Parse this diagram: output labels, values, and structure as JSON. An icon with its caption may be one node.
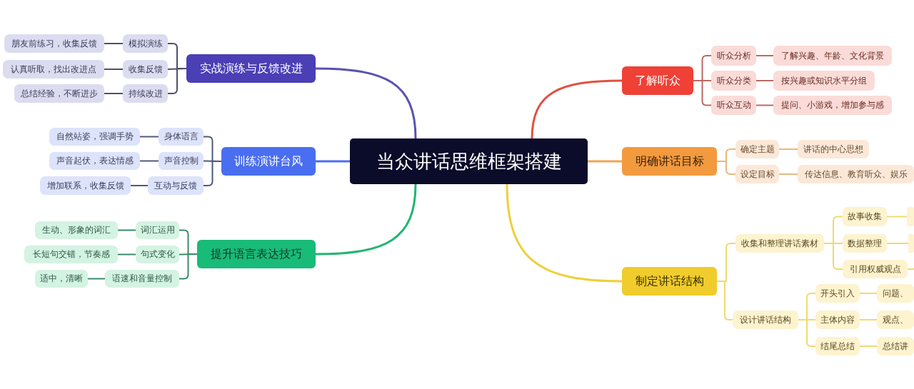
{
  "diagram": {
    "nodes": [
      {
        "text": [
          "当众讲话思维框架搭建"
        ]
      },
      {
        "text": [
          "实战演练与反馈改进"
        ]
      },
      {
        "text": [
          "模拟演练"
        ]
      },
      {
        "text": [
          "收集反馈"
        ]
      },
      {
        "text": [
          "持续改进"
        ]
      },
      {
        "text": [
          "朋友前练习，收集反馈"
        ]
      },
      {
        "text": [
          "认真听取，找出改进点"
        ]
      },
      {
        "text": [
          "总结经验，不断进步"
        ]
      },
      {
        "text": [
          "训练演讲台风"
        ]
      },
      {
        "text": [
          "身体语言"
        ]
      },
      {
        "text": [
          "声音控制"
        ]
      },
      {
        "text": [
          "互动与反馈"
        ]
      },
      {
        "text": [
          "自然站姿，强调手势"
        ]
      },
      {
        "text": [
          "声音起伏，表达情感"
        ]
      },
      {
        "text": [
          "增加联系，收集反馈"
        ]
      },
      {
        "text": [
          "提升语言表达技巧"
        ]
      },
      {
        "text": [
          "词汇运用"
        ]
      },
      {
        "text": [
          "句式变化"
        ]
      },
      {
        "text": [
          "语速和音量控制"
        ]
      },
      {
        "text": [
          "生动、形象的词汇"
        ]
      },
      {
        "text": [
          "长短句交错，节奏感"
        ]
      },
      {
        "text": [
          "适中，清晰"
        ]
      },
      {
        "text": [
          "了解听众"
        ]
      },
      {
        "text": [
          "听众分析"
        ]
      },
      {
        "text": [
          "听众分类"
        ]
      },
      {
        "text": [
          "听众互动"
        ]
      },
      {
        "text": [
          "了解兴趣、年龄、文化背景"
        ]
      },
      {
        "text": [
          "按兴趣或知识水平分组"
        ]
      },
      {
        "text": [
          "提问、小游戏，增加参与感"
        ]
      },
      {
        "text": [
          "明确讲话目标"
        ]
      },
      {
        "text": [
          "确定主题"
        ]
      },
      {
        "text": [
          "设定目标"
        ]
      },
      {
        "text": [
          "讲话的中心思想"
        ]
      },
      {
        "text": [
          "传达信息、教育听众、娱乐"
        ]
      },
      {
        "text": [
          "制定讲话结构"
        ]
      },
      {
        "text": [
          "收集和整理讲话素材"
        ]
      },
      {
        "text": [
          "设计讲话结构"
        ]
      },
      {
        "text": [
          "故事收集"
        ]
      },
      {
        "text": [
          "数据整理"
        ]
      },
      {
        "text": [
          "引用权威观点"
        ]
      },
      {
        "text": [],
        "shape": "box"
      },
      {
        "text": [],
        "shape": "box"
      },
      {
        "text": [
          "开头引入"
        ]
      },
      {
        "text": [
          "主体内容"
        ]
      },
      {
        "text": [
          "结尾总结"
        ]
      },
      {
        "text": [
          "问题、"
        ]
      },
      {
        "text": [
          "观点、"
        ]
      },
      {
        "text": [
          "总结讲"
        ]
      }
    ],
    "edges": [
      {
        "from": 0,
        "to": 1,
        "arrow": "none",
        "color": "#5a52b0"
      },
      {
        "from": 1,
        "to": 2,
        "arrow": "none",
        "color": "#4f4f6e"
      },
      {
        "from": 1,
        "to": 3,
        "arrow": "none",
        "color": "#4f4f6e"
      },
      {
        "from": 1,
        "to": 4,
        "arrow": "none",
        "color": "#4f4f6e"
      },
      {
        "from": 2,
        "to": 5,
        "arrow": "none",
        "color": "#4f4f6e"
      },
      {
        "from": 3,
        "to": 6,
        "arrow": "none",
        "color": "#4f4f6e"
      },
      {
        "from": 4,
        "to": 7,
        "arrow": "none",
        "color": "#4f4f6e"
      },
      {
        "from": 0,
        "to": 8,
        "arrow": "none",
        "color": "#4a6ef0"
      },
      {
        "from": 8,
        "to": 9,
        "arrow": "none",
        "color": "#4f5a78"
      },
      {
        "from": 8,
        "to": 10,
        "arrow": "none",
        "color": "#4f5a78"
      },
      {
        "from": 8,
        "to": 11,
        "arrow": "none",
        "color": "#4f5a78"
      },
      {
        "from": 9,
        "to": 12,
        "arrow": "none",
        "color": "#4f5a78"
      },
      {
        "from": 10,
        "to": 13,
        "arrow": "none",
        "color": "#4f5a78"
      },
      {
        "from": 11,
        "to": 14,
        "arrow": "none",
        "color": "#4f5a78"
      },
      {
        "from": 0,
        "to": 15,
        "arrow": "none",
        "color": "#22b574"
      },
      {
        "from": 15,
        "to": 16,
        "arrow": "none",
        "color": "#3a8a68"
      },
      {
        "from": 15,
        "to": 17,
        "arrow": "none",
        "color": "#3a8a68"
      },
      {
        "from": 15,
        "to": 18,
        "arrow": "none",
        "color": "#3a8a68"
      },
      {
        "from": 16,
        "to": 19,
        "arrow": "none",
        "color": "#3a8a68"
      },
      {
        "from": 17,
        "to": 20,
        "arrow": "none",
        "color": "#3a8a68"
      },
      {
        "from": 18,
        "to": 21,
        "arrow": "none",
        "color": "#3a8a68"
      },
      {
        "from": 0,
        "to": 22,
        "arrow": "none",
        "color": "#e0513f"
      },
      {
        "from": 22,
        "to": 23,
        "arrow": "none",
        "color": "#b86a62"
      },
      {
        "from": 22,
        "to": 24,
        "arrow": "none",
        "color": "#b86a62"
      },
      {
        "from": 22,
        "to": 25,
        "arrow": "none",
        "color": "#b86a62"
      },
      {
        "from": 23,
        "to": 26,
        "arrow": "none",
        "color": "#b86a62"
      },
      {
        "from": 24,
        "to": 27,
        "arrow": "none",
        "color": "#b86a62"
      },
      {
        "from": 25,
        "to": 28,
        "arrow": "none",
        "color": "#b86a62"
      },
      {
        "from": 0,
        "to": 29,
        "arrow": "none",
        "color": "#f2a452"
      },
      {
        "from": 29,
        "to": 30,
        "arrow": "none",
        "color": "#e8b880"
      },
      {
        "from": 29,
        "to": 31,
        "arrow": "none",
        "color": "#e8b880"
      },
      {
        "from": 30,
        "to": 32,
        "arrow": "none",
        "color": "#e8b880"
      },
      {
        "from": 31,
        "to": 33,
        "arrow": "none",
        "color": "#e8b880"
      },
      {
        "from": 0,
        "to": 34,
        "arrow": "none",
        "color": "#efcf3a"
      },
      {
        "from": 34,
        "to": 35,
        "arrow": "none",
        "color": "#f0da70"
      },
      {
        "from": 34,
        "to": 36,
        "arrow": "none",
        "color": "#f0da70"
      },
      {
        "from": 35,
        "to": 37,
        "arrow": "none",
        "color": "#f0da70"
      },
      {
        "from": 35,
        "to": 38,
        "arrow": "none",
        "color": "#f0da70"
      },
      {
        "from": 35,
        "to": 39,
        "arrow": "none",
        "color": "#f0da70"
      },
      {
        "from": 37,
        "to": 40,
        "arrow": "none",
        "color": "#f0da70"
      },
      {
        "from": 38,
        "to": 41,
        "arrow": "none",
        "color": "#f0da70"
      },
      {
        "from": 39,
        "to": null,
        "arrow": "none",
        "color": "#f0da70"
      },
      {
        "from": 36,
        "to": 42,
        "arrow": "none",
        "color": "#f0da70"
      },
      {
        "from": 36,
        "to": 43,
        "arrow": "none",
        "color": "#f0da70"
      },
      {
        "from": 36,
        "to": 44,
        "arrow": "none",
        "color": "#f0da70"
      },
      {
        "from": 42,
        "to": 45,
        "arrow": "none",
        "color": "#f0da70"
      },
      {
        "from": 43,
        "to": 46,
        "arrow": "none",
        "color": "#f0da70"
      },
      {
        "from": 44,
        "to": 47,
        "arrow": "none",
        "color": "#f0da70"
      }
    ]
  }
}
